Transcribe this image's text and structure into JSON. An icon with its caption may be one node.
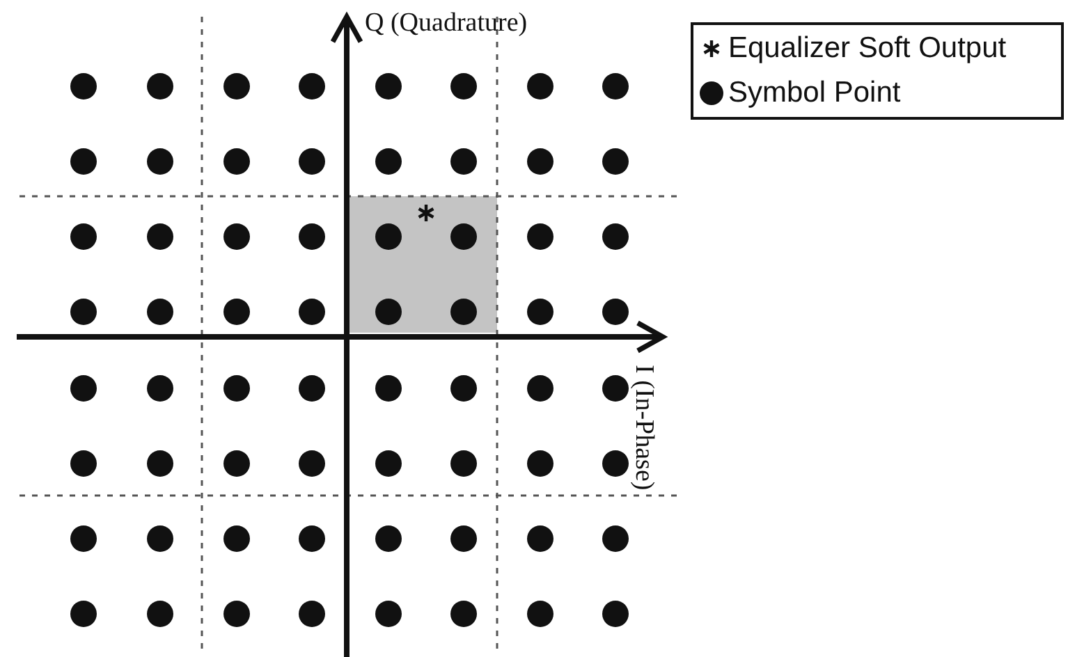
{
  "diagram": {
    "labels": [
      "Q (Quadrature)",
      "I (In-Phase)"
    ],
    "legend": [
      {
        "text": "Equalizer Soft Output"
      },
      {
        "text": "Symbol Point"
      }
    ]
  }
}
